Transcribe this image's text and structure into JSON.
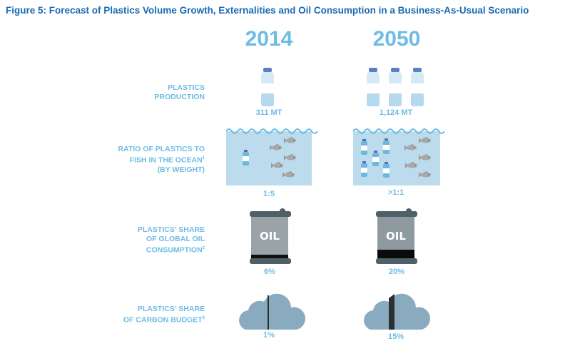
{
  "title": "Figure 5: Forecast of Plastics Volume Growth, Externalities and Oil Consumption in a Business-As-Usual Scenario",
  "years": [
    "2014",
    "2050"
  ],
  "rows": [
    {
      "label_lines": [
        "PLASTICS",
        "PRODUCTION"
      ],
      "footnote": "",
      "values": [
        "311 MT",
        "1,124 MT"
      ],
      "icon": "bottle-icon"
    },
    {
      "label_lines": [
        "RATIO OF PLASTICS TO",
        "FISH IN THE OCEAN",
        "(BY WEIGHT)"
      ],
      "footnote": "1",
      "values": [
        "1:5",
        ">1:1"
      ],
      "icon": "ocean-icon"
    },
    {
      "label_lines": [
        "PLASTICS' SHARE",
        "OF GLOBAL OIL",
        "CONSUMPTION"
      ],
      "footnote": "2",
      "values": [
        "6%",
        "20%"
      ],
      "icon": "oil-barrel-icon"
    },
    {
      "label_lines": [
        "PLASTICS' SHARE",
        "OF CARBON BUDGET"
      ],
      "footnote": "3",
      "values": [
        "1%",
        "15%"
      ],
      "icon": "cloud-icon"
    }
  ],
  "oil_label": "OIL",
  "chart_data": {
    "type": "table",
    "categories": [
      "Plastics production (MT)",
      "Ratio of plastics to fish in the ocean (by weight)",
      "Plastics' share of global oil consumption (%)",
      "Plastics' share of carbon budget (%)"
    ],
    "series": [
      {
        "name": "2014",
        "values": [
          "311 MT",
          "1:5",
          "6%",
          "1%"
        ]
      },
      {
        "name": "2050",
        "values": [
          "1,124 MT",
          ">1:1",
          "20%",
          "15%"
        ]
      }
    ],
    "colors": {
      "title": "#1a6bb3",
      "accent": "#6dbde3",
      "water": "#bcdcee",
      "oil": "#4f6167",
      "cloud": "#8aaac0"
    }
  }
}
